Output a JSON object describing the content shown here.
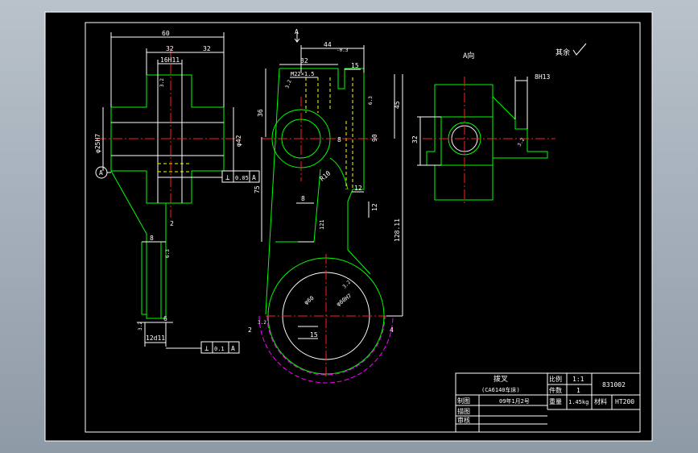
{
  "colors": {
    "frame_bg": "#a9b3bd",
    "paper": "#000000",
    "border": "#ffffff",
    "outline": "#00ff00",
    "center": "#ff2020",
    "dim": "#ffffff",
    "hidden": "#ffff00",
    "phantom": "#ff00ff"
  },
  "dims": {
    "d60": "60",
    "d32a": "32",
    "d32b": "32",
    "d16h11": "16H11",
    "d25h7": "φ25H7",
    "d42": "φ42",
    "d8a": "8",
    "d2": "2",
    "d6": "6",
    "d12d11": "12d11",
    "d44": "44",
    "d44tol": "-0.3",
    "d32c": "32",
    "m22": "M22×1.5",
    "d15": "15",
    "d36": "36",
    "d45": "45",
    "d90": "90",
    "d8b": "8",
    "r10": "R10",
    "d12a": "12",
    "d12b": "12",
    "d75": "75",
    "d8c": "8",
    "d121": "121",
    "d128": "128.11",
    "phi60": "φ60",
    "phi60h7": "φ60H7",
    "d15b": "15",
    "d2b": "2",
    "d4": "4",
    "d8h13": "8H13",
    "d32d": "32",
    "view_label": "A向",
    "section_mark": "A",
    "datum_a": "A",
    "roughness_note": "其余",
    "ra1": "3.2",
    "ra2": "6.3",
    "ra3": "3.2",
    "ra4": "3.2",
    "ra5": "6.3",
    "ra6": "3.2",
    "ra7": "3.2",
    "ra8": "3.2"
  },
  "tolerance": {
    "perp1_sym": "⊥",
    "perp1_val": "0.05",
    "perp1_ref": "A",
    "perp2_sym": "⊥",
    "perp2_val": "0.1",
    "perp2_ref": "A"
  },
  "title_block": {
    "part_name": "拨叉",
    "model": "(CA6140车床)",
    "scale_label": "比例",
    "scale_value": "1:1",
    "qty_label": "件数",
    "qty_value": "1",
    "drawing_no": "831002",
    "drafted_label": "制图",
    "drafted_date": "09年1月2号",
    "weight_label": "重量",
    "weight_value": "1.45kg",
    "material_label": "材料",
    "material_value": "HT200",
    "drawn_label": "描图",
    "checked_label": "审核"
  }
}
